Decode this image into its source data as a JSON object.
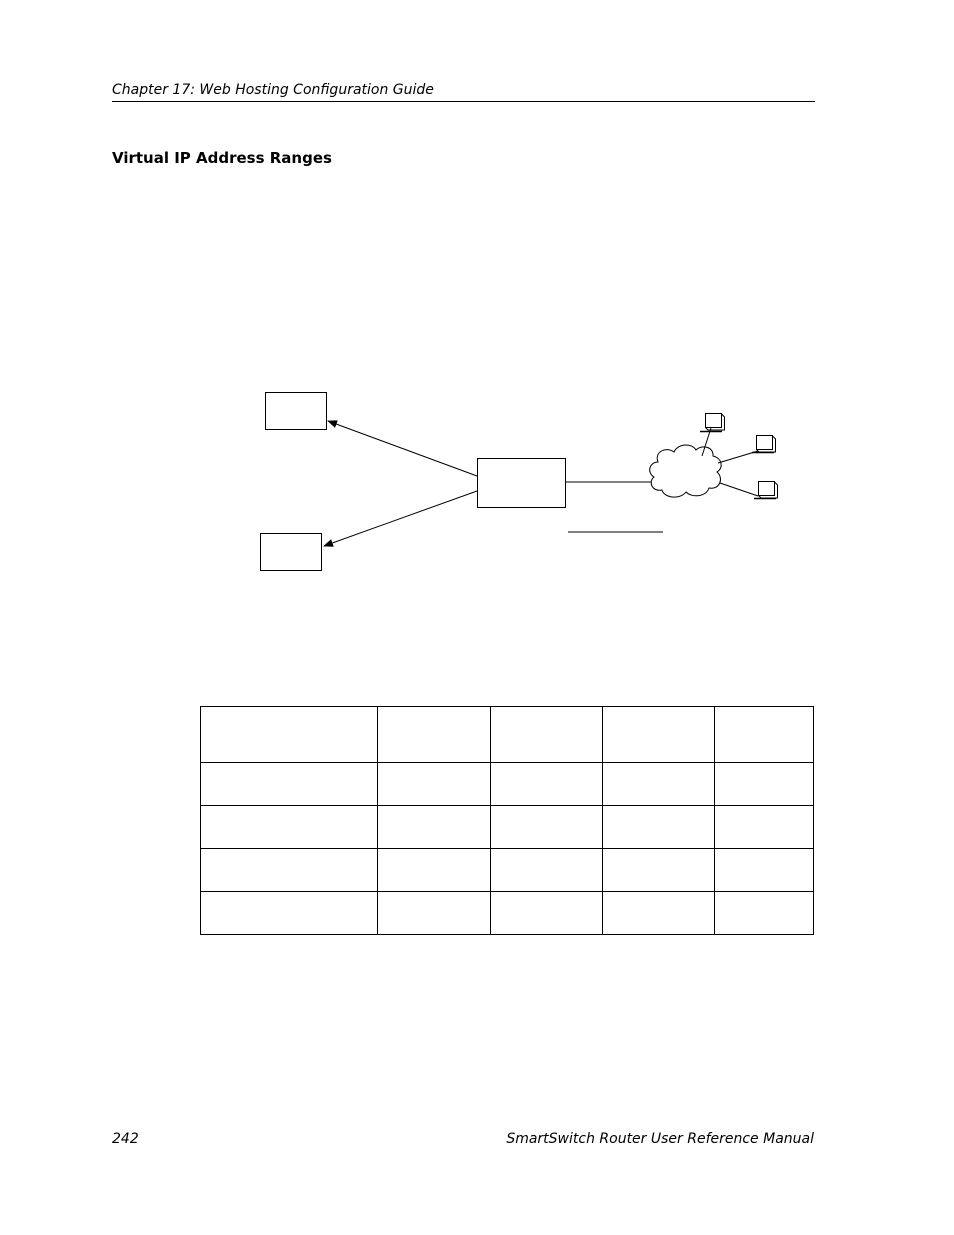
{
  "header": {
    "chapter": "Chapter 17: Web Hosting Configuration Guide"
  },
  "section": {
    "title": "Virtual IP Address Ranges"
  },
  "diagram": {
    "nodes": [
      "server-box-top",
      "server-box-bottom",
      "router-box",
      "internet-cloud",
      "client-computer-1",
      "client-computer-2",
      "client-computer-3"
    ]
  },
  "table": {
    "rows": 5,
    "columns": 5
  },
  "footer": {
    "page_number": "242",
    "manual_title": "SmartSwitch Router User Reference Manual"
  }
}
